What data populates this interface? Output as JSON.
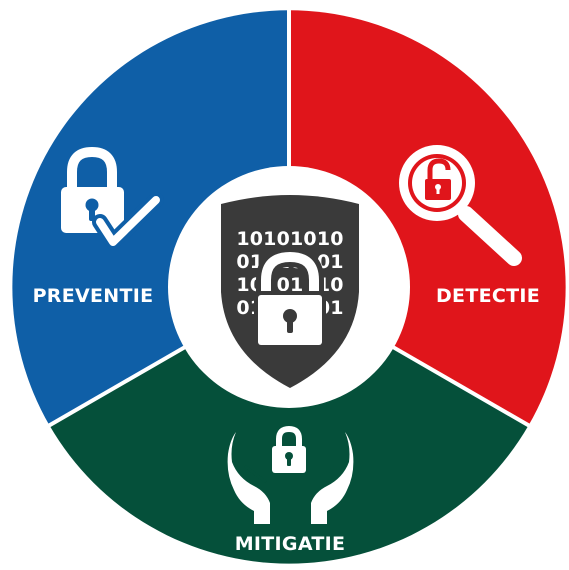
{
  "segments": [
    {
      "label": "PREVENTIE",
      "color": "#0f5fa7",
      "icon": "padlock-check-icon"
    },
    {
      "label": "DETECTIE",
      "color": "#e0151b",
      "icon": "magnifier-unlock-icon"
    },
    {
      "label": "MITIGATIE",
      "color": "#05503a",
      "icon": "hands-padlock-icon"
    }
  ],
  "center": {
    "icon": "shield-binary-lock-icon",
    "shield_color": "#3a3a3a",
    "binary_lines": [
      "10101010",
      "01010101",
      "10101010",
      "01010101"
    ]
  }
}
